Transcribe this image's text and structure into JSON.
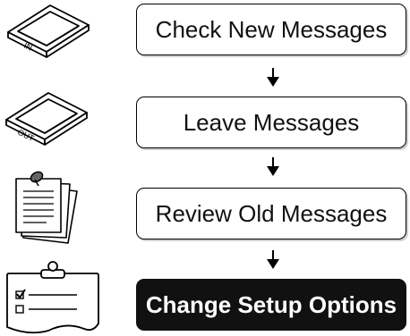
{
  "menu": {
    "items": [
      {
        "label": "Check New Messages",
        "icon_text": "IN",
        "icon": "inbox-tray-icon"
      },
      {
        "label": "Leave Messages",
        "icon_text": "OUT",
        "icon": "outbox-tray-icon"
      },
      {
        "label": "Review Old Messages",
        "icon": "stacked-notes-icon"
      },
      {
        "label": "Change Setup Options",
        "icon": "clipboard-checklist-icon",
        "active": true
      }
    ]
  },
  "colors": {
    "active_bg": "#111111",
    "active_text": "#ffffff",
    "border": "#000000"
  }
}
